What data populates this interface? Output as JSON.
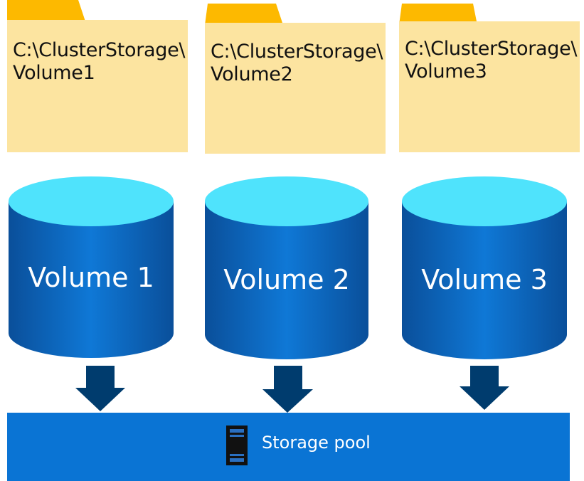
{
  "folders": [
    {
      "path": "C:\\ClusterStorage\\\nVolume1"
    },
    {
      "path": "C:\\ClusterStorage\\\nVolume2"
    },
    {
      "path": "C:\\ClusterStorage\\\nVolume3"
    }
  ],
  "volumes": [
    {
      "label": "Volume 1"
    },
    {
      "label": "Volume 2"
    },
    {
      "label": "Volume 3"
    }
  ],
  "pool": {
    "label": "Storage pool",
    "icon": "server-icon"
  },
  "colors": {
    "folder_body": "#fce4a0",
    "folder_tab": "#fdb900",
    "cylinder_top": "#4fe3fc",
    "cylinder_body": "#0d6cc7",
    "arrow": "#003c6e",
    "pool": "#0a74d4"
  }
}
